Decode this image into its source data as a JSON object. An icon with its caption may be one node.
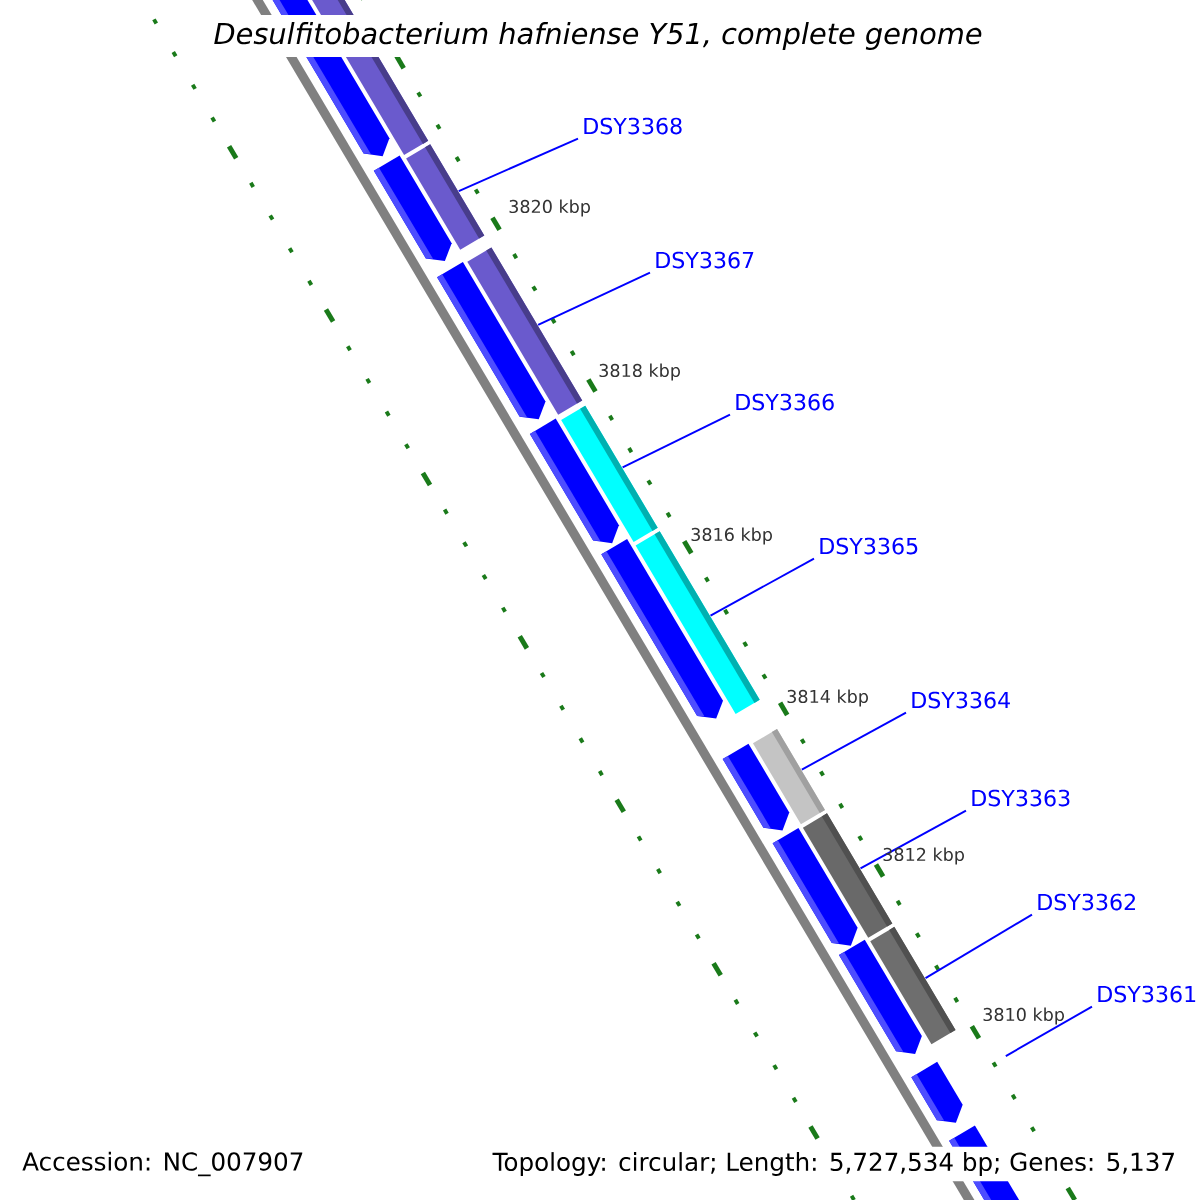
{
  "diagram": {
    "title": "Desulfitobacterium hafniense Y51, complete genome",
    "nodes": [
      {
        "text": [
          "DSY3368"
        ]
      },
      {
        "text": [
          "DSY3367"
        ]
      },
      {
        "text": [
          "DSY3366"
        ]
      },
      {
        "text": [
          "DSY3365"
        ]
      },
      {
        "text": [
          "DSY3364"
        ]
      },
      {
        "text": [
          "DSY3363"
        ]
      },
      {
        "text": [
          "DSY3362"
        ]
      },
      {
        "text": [
          "DSY3361"
        ]
      },
      {
        "text": [],
        "shape": "bar"
      },
      {
        "text": [],
        "shape": "bar"
      },
      {
        "text": [],
        "shape": "bar"
      },
      {
        "text": [],
        "shape": "bar"
      },
      {
        "text": [],
        "shape": "bar"
      },
      {
        "text": [],
        "shape": "bar"
      },
      {
        "text": [],
        "shape": "bar"
      }
    ],
    "edges": [
      {
        "from": 0,
        "to": 8,
        "arrow": "none"
      },
      {
        "from": 1,
        "to": 9,
        "arrow": "none"
      },
      {
        "from": 2,
        "to": 10,
        "arrow": "none"
      },
      {
        "from": 3,
        "to": 11,
        "arrow": "none"
      },
      {
        "from": 4,
        "to": 12,
        "arrow": "none"
      },
      {
        "from": 5,
        "to": 13,
        "arrow": "none"
      },
      {
        "from": 6,
        "to": 14,
        "arrow": "none"
      },
      {
        "from": 7,
        "to": null,
        "arrow": "none"
      }
    ],
    "labels": [
      "3820 kbp",
      "3818 kbp",
      "3816 kbp",
      "3814 kbp",
      "3812 kbp",
      "3810 kbp",
      "Accession: NC_007907",
      "Topology: circular; Length: 5,727,534 bp; Genes: 5,137"
    ]
  }
}
